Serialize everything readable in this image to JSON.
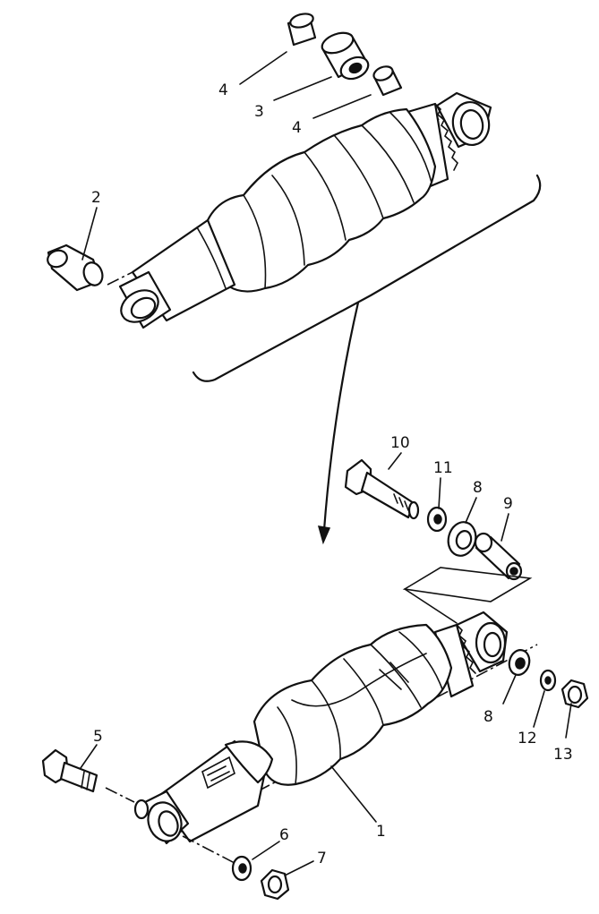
{
  "callouts": [
    {
      "id": "c4a",
      "text": "4"
    },
    {
      "id": "c3",
      "text": "3"
    },
    {
      "id": "c4b",
      "text": "4"
    },
    {
      "id": "c2",
      "text": "2"
    },
    {
      "id": "c10",
      "text": "10"
    },
    {
      "id": "c11",
      "text": "11"
    },
    {
      "id": "c8a",
      "text": "8"
    },
    {
      "id": "c9",
      "text": "9"
    },
    {
      "id": "c8b",
      "text": "8"
    },
    {
      "id": "c12",
      "text": "12"
    },
    {
      "id": "c13",
      "text": "13"
    },
    {
      "id": "c5",
      "text": "5"
    },
    {
      "id": "c1",
      "text": "1"
    },
    {
      "id": "c6",
      "text": "6"
    },
    {
      "id": "c7",
      "text": "7"
    }
  ]
}
